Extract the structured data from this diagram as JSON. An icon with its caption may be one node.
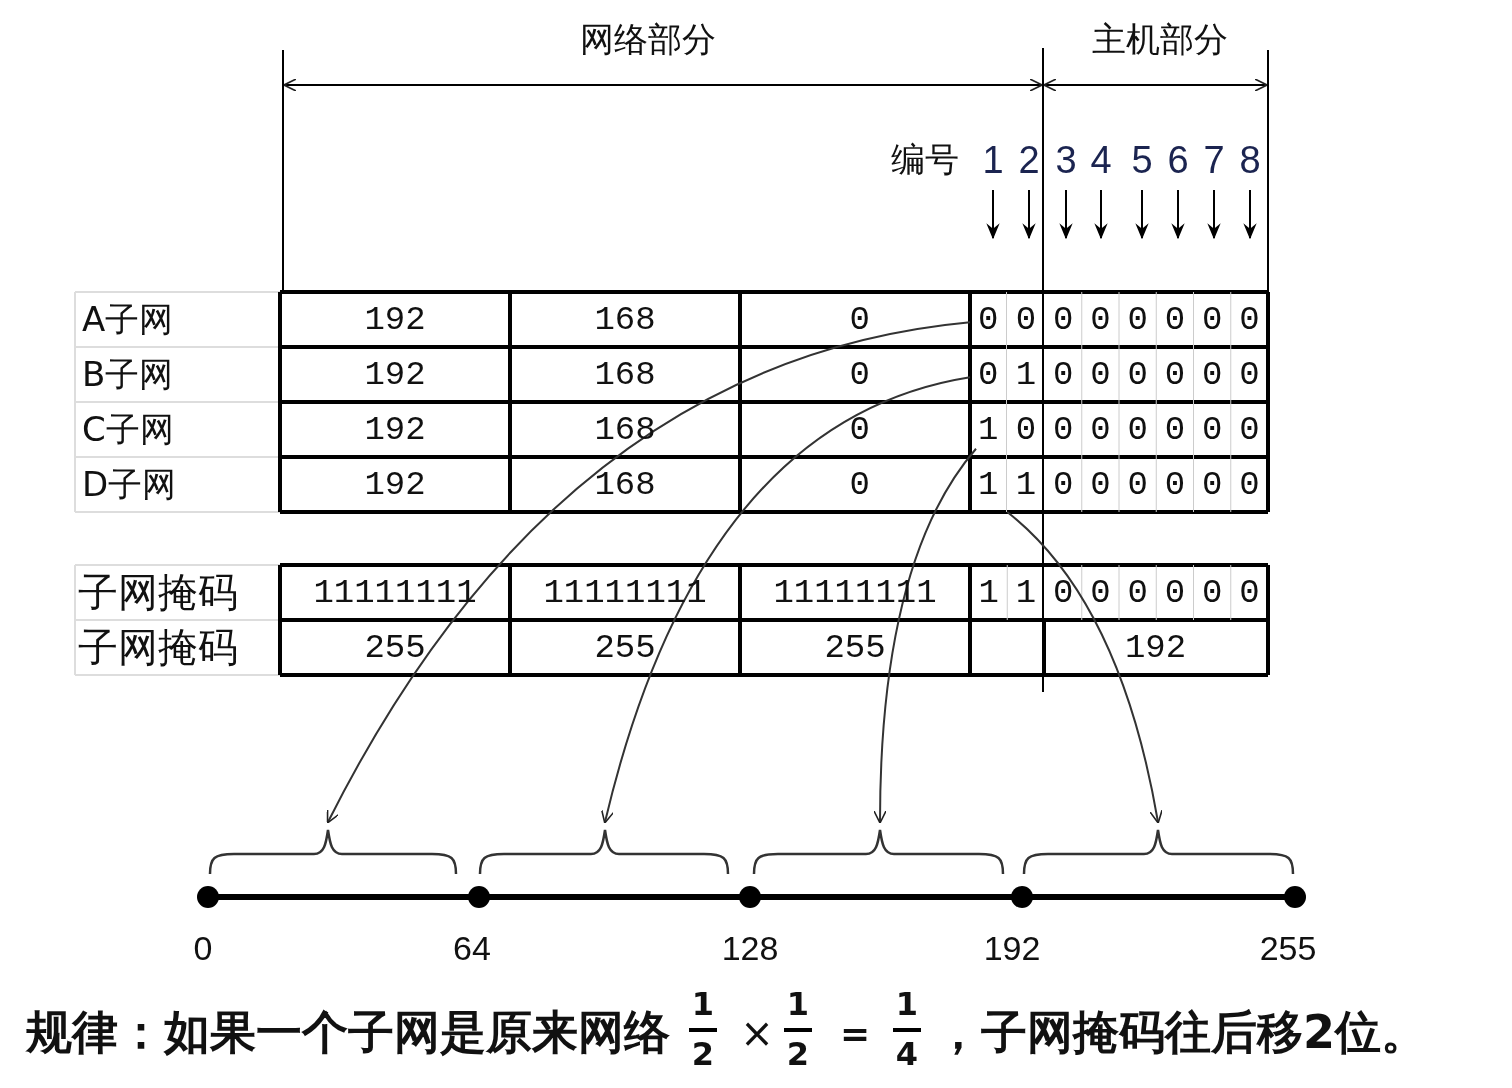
{
  "diagram": {
    "nodes": [
      {
        "text": [
          "0",
          "0"
        ]
      },
      {
        "text": [
          "0",
          "1"
        ]
      },
      {
        "text": [
          "1",
          "0"
        ]
      },
      {
        "text": [
          "1",
          "1"
        ]
      },
      {
        "text": [],
        "shape": "brace"
      },
      {
        "text": [],
        "shape": "brace"
      },
      {
        "text": [],
        "shape": "brace"
      },
      {
        "text": [],
        "shape": "brace"
      }
    ],
    "edges": [
      {
        "from": 0,
        "to": 4,
        "arrow": "to"
      },
      {
        "from": 1,
        "to": 5,
        "arrow": "to"
      },
      {
        "from": 2,
        "to": 6,
        "arrow": "to"
      },
      {
        "from": 3,
        "to": 7,
        "arrow": "to"
      }
    ],
    "labels": [
      "网络部分",
      "主机部分",
      "编号",
      "1",
      "2",
      "3",
      "4",
      "5",
      "6",
      "7",
      "8",
      "A子网",
      "192",
      "168",
      "0",
      "0",
      "0",
      "0",
      "0",
      "0",
      "0",
      "B子网",
      "192",
      "168",
      "0",
      "0",
      "0",
      "0",
      "0",
      "0",
      "0",
      "C子网",
      "192",
      "168",
      "0",
      "0",
      "0",
      "0",
      "0",
      "0",
      "0",
      "D子网",
      "192",
      "168",
      "0",
      "0",
      "0",
      "0",
      "0",
      "0",
      "0",
      "子网掩码",
      "11111111",
      "11111111",
      "11111111",
      "1",
      "1",
      "0",
      "0",
      "0",
      "0",
      "0",
      "0",
      "子网掩码",
      "255",
      "255",
      "255",
      "192",
      "0",
      "64",
      "128",
      "192",
      "255",
      "规律：如果一个子网是原来网络",
      "1",
      "2",
      "×",
      "1",
      "2",
      "=",
      "1",
      "4",
      "，子网掩码往后移2位。"
    ]
  }
}
